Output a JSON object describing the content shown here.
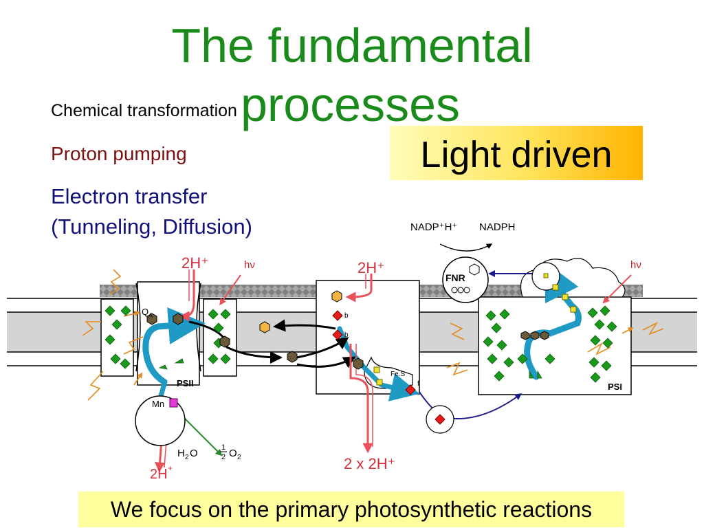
{
  "title": {
    "line1": "The fundamental",
    "line2": "processes",
    "color": "#1a8a1a"
  },
  "bullets": {
    "chemical": "Chemical transformation",
    "proton": "Proton pumping",
    "electron_line1": "Electron transfer",
    "electron_line2": "(Tunneling, Diffusion)"
  },
  "light_driven": "Light driven",
  "footer": "We focus on the primary photosynthetic reactions",
  "diagram": {
    "proton_in_left": "2H⁺",
    "proton_in_middle": "2H⁺",
    "hv_left": "hν",
    "hv_right": "hν",
    "nadp": "NADP⁺H⁺",
    "nadph": "NADPH",
    "fnr": "FNR",
    "qa": "Q",
    "qa_sub": "A",
    "psii": "PSII",
    "psi": "PSI",
    "b_top": "b",
    "b_bottom": "b",
    "fes": "Fe.S",
    "f": "f",
    "mn": "Mn",
    "h2o": "H",
    "h2o_sub": "2",
    "h2o_tail": "O",
    "half_o2_num": "1",
    "half_o2_den": "2",
    "o2": "O",
    "o2_sub": "2",
    "proton_out_left": "2H",
    "proton_out_left_sup": "+",
    "proton_out_middle": "2 x 2H⁺"
  },
  "colors": {
    "title": "#1a8a1a",
    "proton_text": "#7a1010",
    "electron_text": "#10107a",
    "arrow_blue": "#1f9ac4",
    "green_diamond": "#1a9a1a",
    "proton_red": "#e8505a",
    "orange": "#e58a1e",
    "navy": "#1a1a8a"
  }
}
